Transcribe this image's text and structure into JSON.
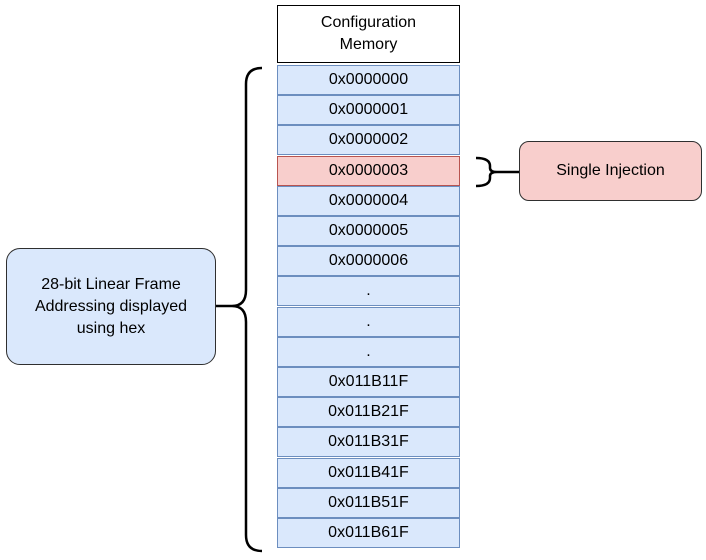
{
  "header": {
    "line1": "Configuration",
    "line2": "Memory"
  },
  "rows": [
    {
      "label": "0x0000000",
      "highlight": false
    },
    {
      "label": "0x0000001",
      "highlight": false
    },
    {
      "label": "0x0000002",
      "highlight": false
    },
    {
      "label": "0x0000003",
      "highlight": true
    },
    {
      "label": "0x0000004",
      "highlight": false
    },
    {
      "label": "0x0000005",
      "highlight": false
    },
    {
      "label": "0x0000006",
      "highlight": false
    },
    {
      "label": ".",
      "highlight": false
    },
    {
      "label": ".",
      "highlight": false
    },
    {
      "label": ".",
      "highlight": false
    },
    {
      "label": "0x011B11F",
      "highlight": false
    },
    {
      "label": "0x011B21F",
      "highlight": false
    },
    {
      "label": "0x011B31F",
      "highlight": false
    },
    {
      "label": "0x011B41F",
      "highlight": false
    },
    {
      "label": "0x011B51F",
      "highlight": false
    },
    {
      "label": "0x011B61F",
      "highlight": false
    }
  ],
  "left_callout": {
    "line1": "28-bit Linear Frame",
    "line2": "Addressing displayed",
    "line3": "using hex"
  },
  "right_callout": {
    "label": "Single Injection"
  },
  "colors": {
    "row_fill": "#dae8fc",
    "row_border": "#6c8ebf",
    "highlight_fill": "#f8cecc",
    "highlight_border": "#b85450"
  }
}
